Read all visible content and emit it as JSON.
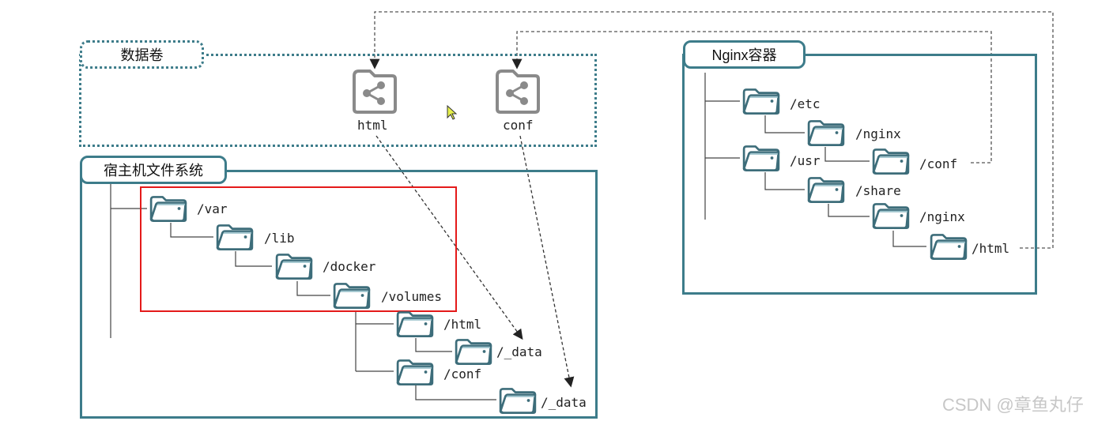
{
  "volumes_panel": {
    "title": "数据卷",
    "items": [
      {
        "label": "html",
        "icon": "share-icon"
      },
      {
        "label": "conf",
        "icon": "share-icon"
      }
    ]
  },
  "host_panel": {
    "title": "宿主机文件系统",
    "tree": [
      "/var",
      "/lib",
      "/docker",
      "/volumes",
      "/html",
      "/_data",
      "/conf",
      "/_data"
    ]
  },
  "nginx_panel": {
    "title": "Nginx容器",
    "tree": [
      "/etc",
      "/nginx",
      "/usr",
      "/conf",
      "/share",
      "/nginx",
      "/html"
    ]
  },
  "watermark": "CSDN @章鱼丸仔",
  "colors": {
    "panel_border": "#3d7c8a",
    "highlight_box": "#e41a1a",
    "folder_fill": "#cfe3e8"
  }
}
